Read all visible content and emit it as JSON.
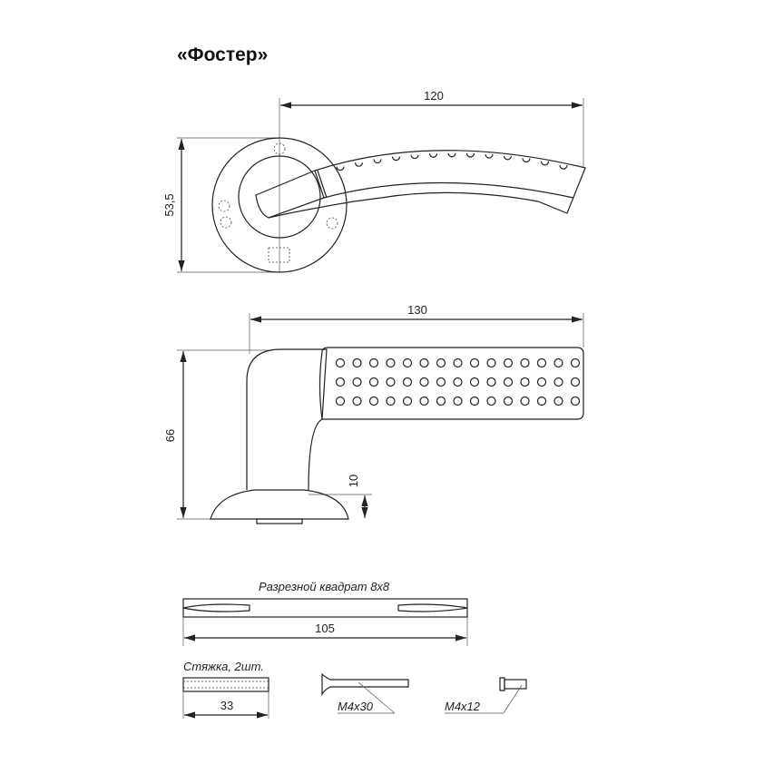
{
  "title": "«Фостер»",
  "top_view": {
    "width_dim": "120",
    "height_dim": "53,5"
  },
  "side_view": {
    "width_dim": "130",
    "height_dim": "66",
    "base_dim": "10"
  },
  "spindle": {
    "label": "Разрезной квадрат 8x8",
    "length_dim": "105"
  },
  "connector": {
    "label": "Стяжка, 2шт.",
    "length_dim": "33"
  },
  "screws": [
    {
      "label": "M4x30"
    },
    {
      "label": "M4x12"
    }
  ]
}
